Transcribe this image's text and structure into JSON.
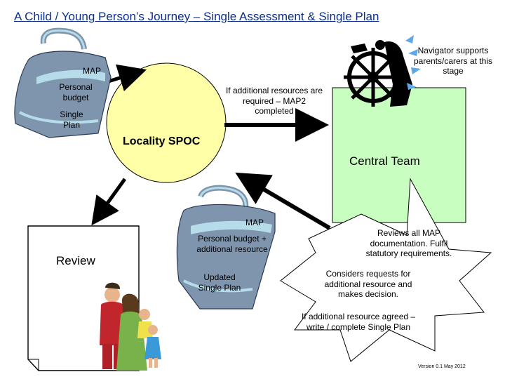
{
  "title": "A Child / Young Person’s Journey – Single Assessment & Single Plan",
  "bag_top": {
    "map": "MAP",
    "personal_budget": "Personal budget",
    "single_plan": "Single Plan"
  },
  "bag_bottom": {
    "map": "MAP",
    "personal_budget": "Personal budget + additional resource",
    "updated_plan": "Updated Single Plan"
  },
  "locality": {
    "additional_text": "If additional resources are required – MAP2 completed",
    "label": "Locality SPOC"
  },
  "central_team": {
    "label": "Central Team"
  },
  "review": {
    "label": "Review"
  },
  "navigator": {
    "text": "Navigator supports parents/carers at this stage",
    "icon": "ships-wheel-icon"
  },
  "callout": {
    "reviews": "Reviews all MAP documentation. Fulfil statutory requirements.",
    "considers": "Considers requests for additional resource and makes decision.",
    "if_additional": "If additional resource agreed – write / complete Single Plan"
  },
  "version": "Version 0.1 May 2012",
  "colors": {
    "title": "#0b2f8a",
    "locality_circle": "#ffffa8",
    "central_box": "#c8ffc0",
    "bag": "#7f94ad",
    "bag_trim": "#b5dce8",
    "arrow": "#000000"
  }
}
